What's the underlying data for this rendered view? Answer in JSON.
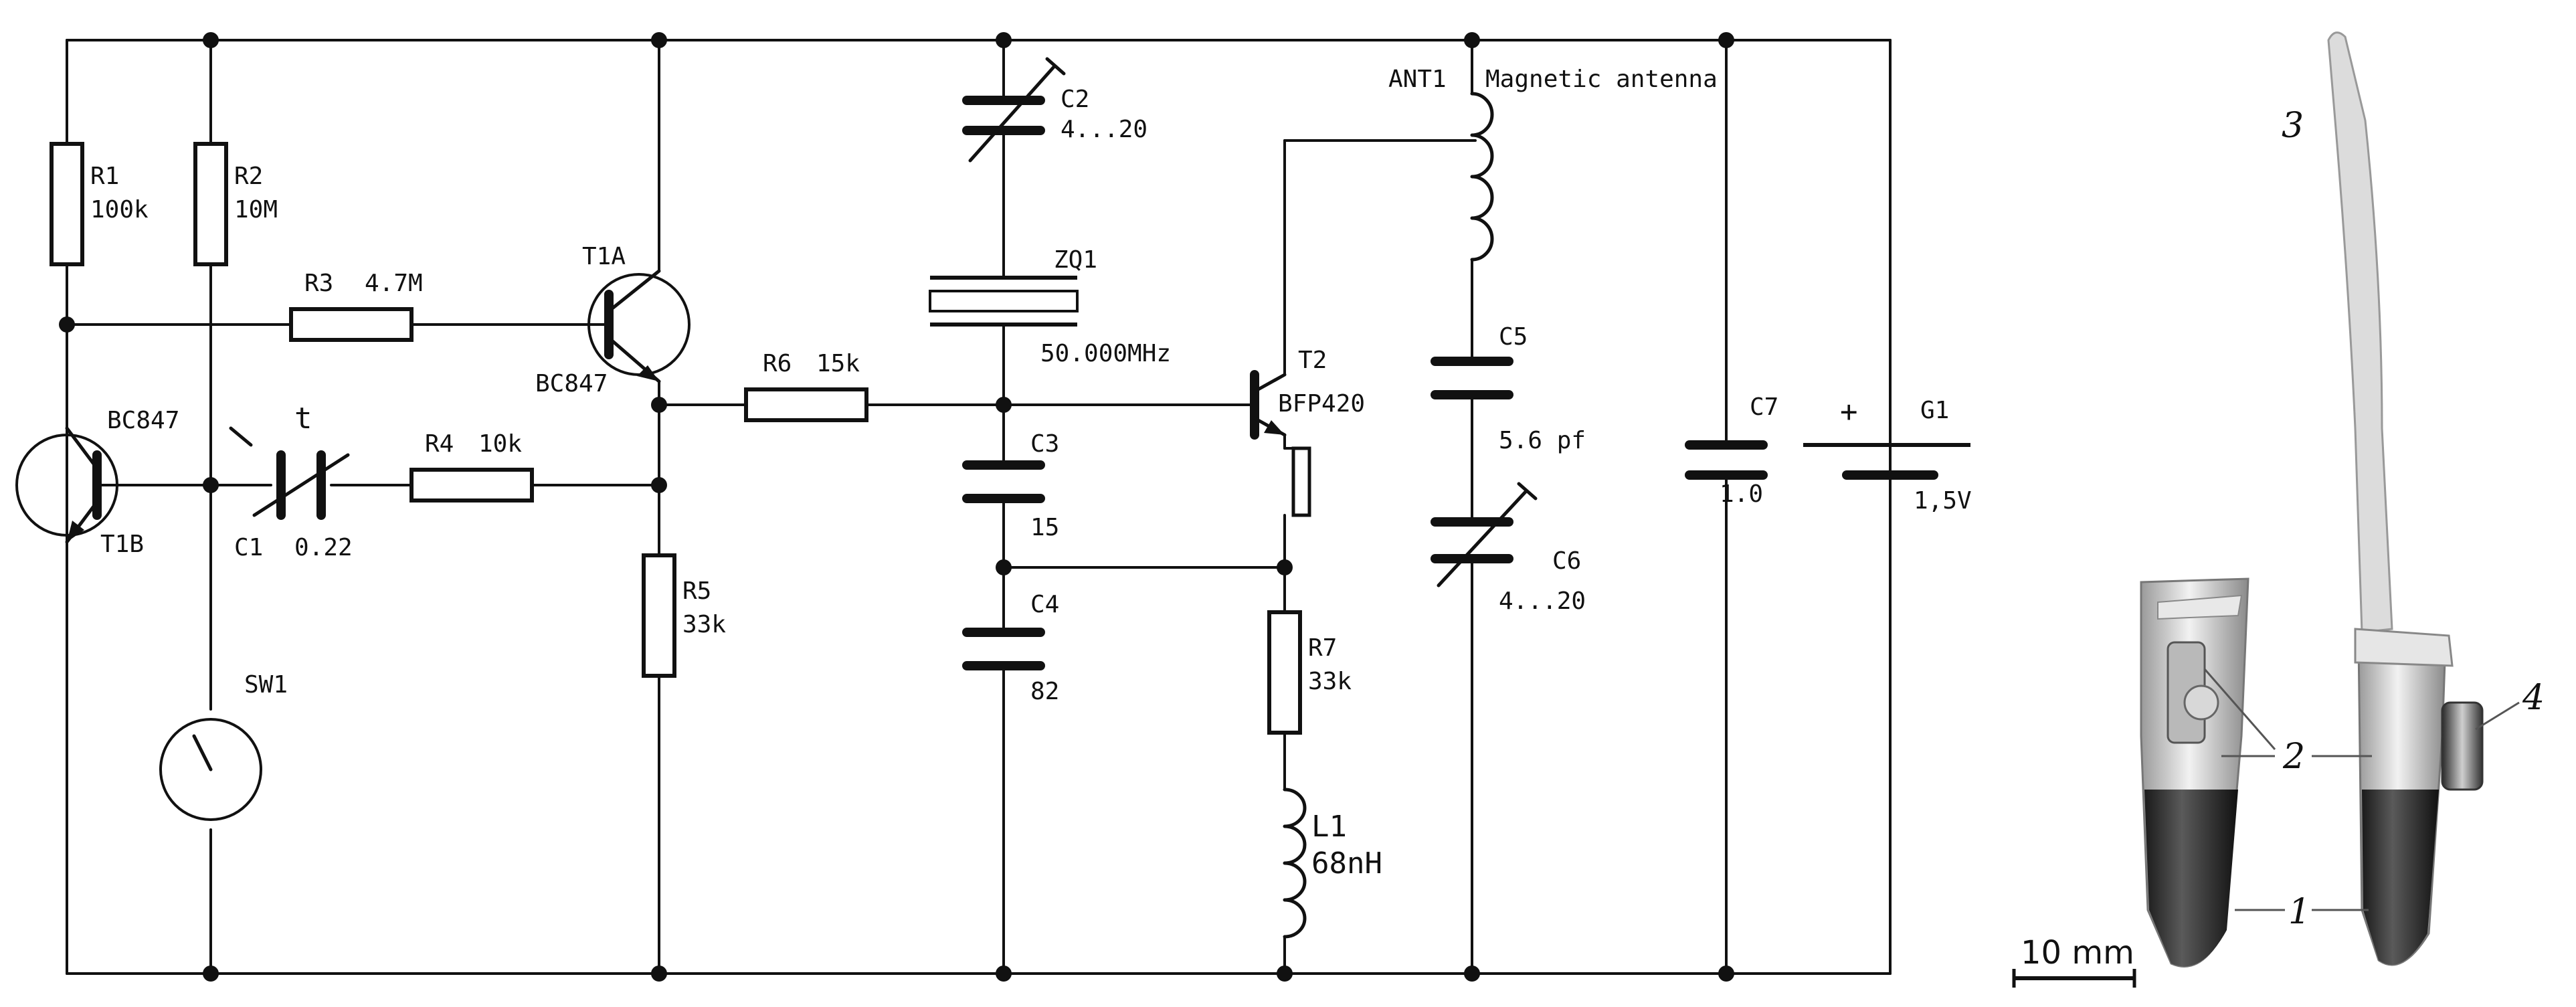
{
  "schematic": {
    "components": {
      "r1": {
        "ref": "R1",
        "value": "100k"
      },
      "r2": {
        "ref": "R2",
        "value": "10M"
      },
      "r3": {
        "ref": "R3",
        "value": "4.7M"
      },
      "r4": {
        "ref": "R4",
        "value": "10k"
      },
      "r5": {
        "ref": "R5",
        "value": "33k"
      },
      "r6": {
        "ref": "R6",
        "value": "15k"
      },
      "r7": {
        "ref": "R7",
        "value": "33k"
      },
      "c1": {
        "ref": "C1",
        "value": "0.22",
        "marker": "t"
      },
      "c2": {
        "ref": "C2",
        "value": "4...20"
      },
      "c3": {
        "ref": "C3",
        "value": "15"
      },
      "c4": {
        "ref": "C4",
        "value": "82"
      },
      "c5": {
        "ref": "C5",
        "value": "5.6 pf"
      },
      "c6": {
        "ref": "C6",
        "value": "4...20"
      },
      "c7": {
        "ref": "C7",
        "value": "1.0"
      },
      "t1a": {
        "ref": "T1A",
        "part": "BC847"
      },
      "t1b": {
        "ref": "T1B",
        "part": "BC847"
      },
      "t2": {
        "ref": "T2",
        "part": "BFP420"
      },
      "zq1": {
        "ref": "ZQ1",
        "value": "50.000MHz"
      },
      "ant1": {
        "ref": "ANT1",
        "value": "Magnetic antenna"
      },
      "l1": {
        "ref": "L1",
        "value": "68nH"
      },
      "sw1": {
        "ref": "SW1"
      },
      "g1": {
        "ref": "G1",
        "value": "1,5V",
        "polarity": "+"
      }
    }
  },
  "photo": {
    "callouts": [
      "1",
      "2",
      "3",
      "4"
    ],
    "scale_bar_label": "10 mm"
  }
}
